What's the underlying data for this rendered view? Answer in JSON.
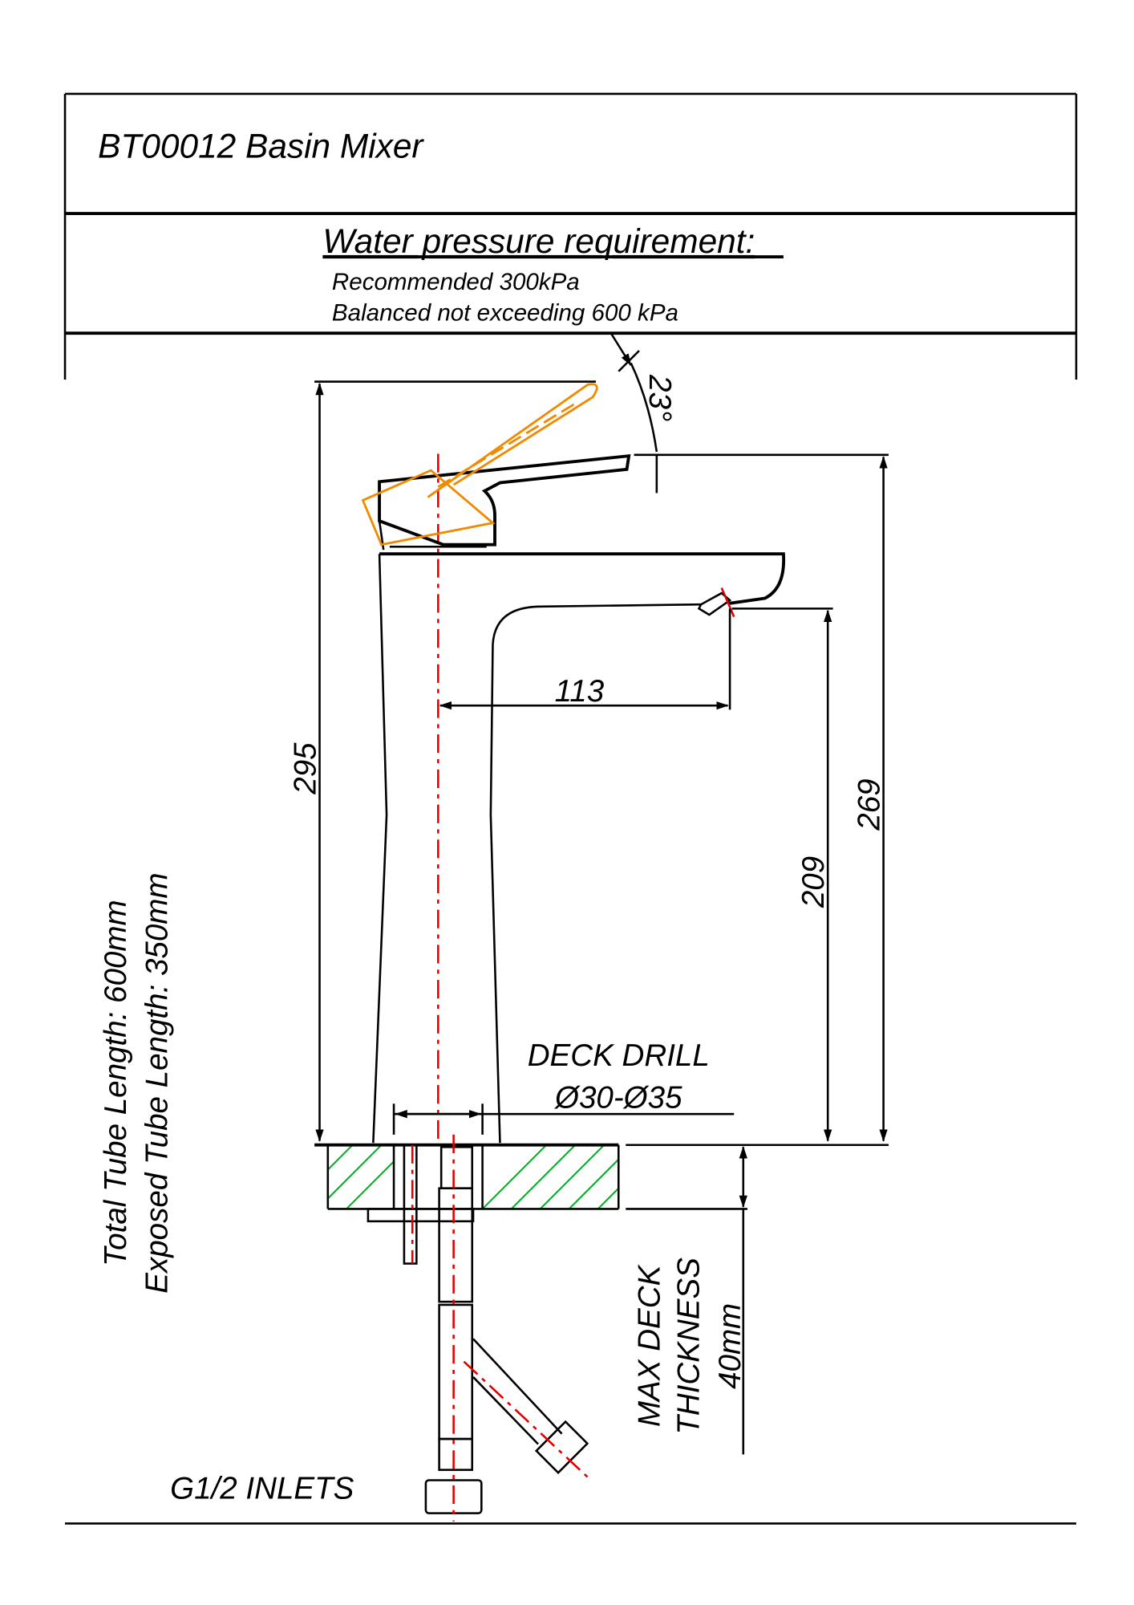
{
  "title": "BT00012 Basin Mixer",
  "pressure": {
    "heading": "Water pressure requirement:",
    "recommended": "Recommended 300kPa",
    "balanced": "Balanced not exceeding 600 kPa"
  },
  "dimensions": {
    "overall_height": "295",
    "angle": "23°",
    "spout_height_top": "269",
    "spout_outlet_height": "209",
    "spout_reach": "113",
    "deck_drill_label": "DECK DRILL",
    "deck_drill_value": "Ø30-Ø35",
    "max_deck_1": "MAX DECK",
    "max_deck_2": "THICKNESS",
    "max_deck_3": "40mm"
  },
  "tubes": {
    "total": "Total Tube Length: 600mm",
    "exposed": "Exposed Tube Length: 350mm",
    "inlets": "G1/2 INLETS"
  },
  "colors": {
    "hatch": "#10a830",
    "centerline": "#e00000",
    "lever_alt": "#f08a00"
  }
}
